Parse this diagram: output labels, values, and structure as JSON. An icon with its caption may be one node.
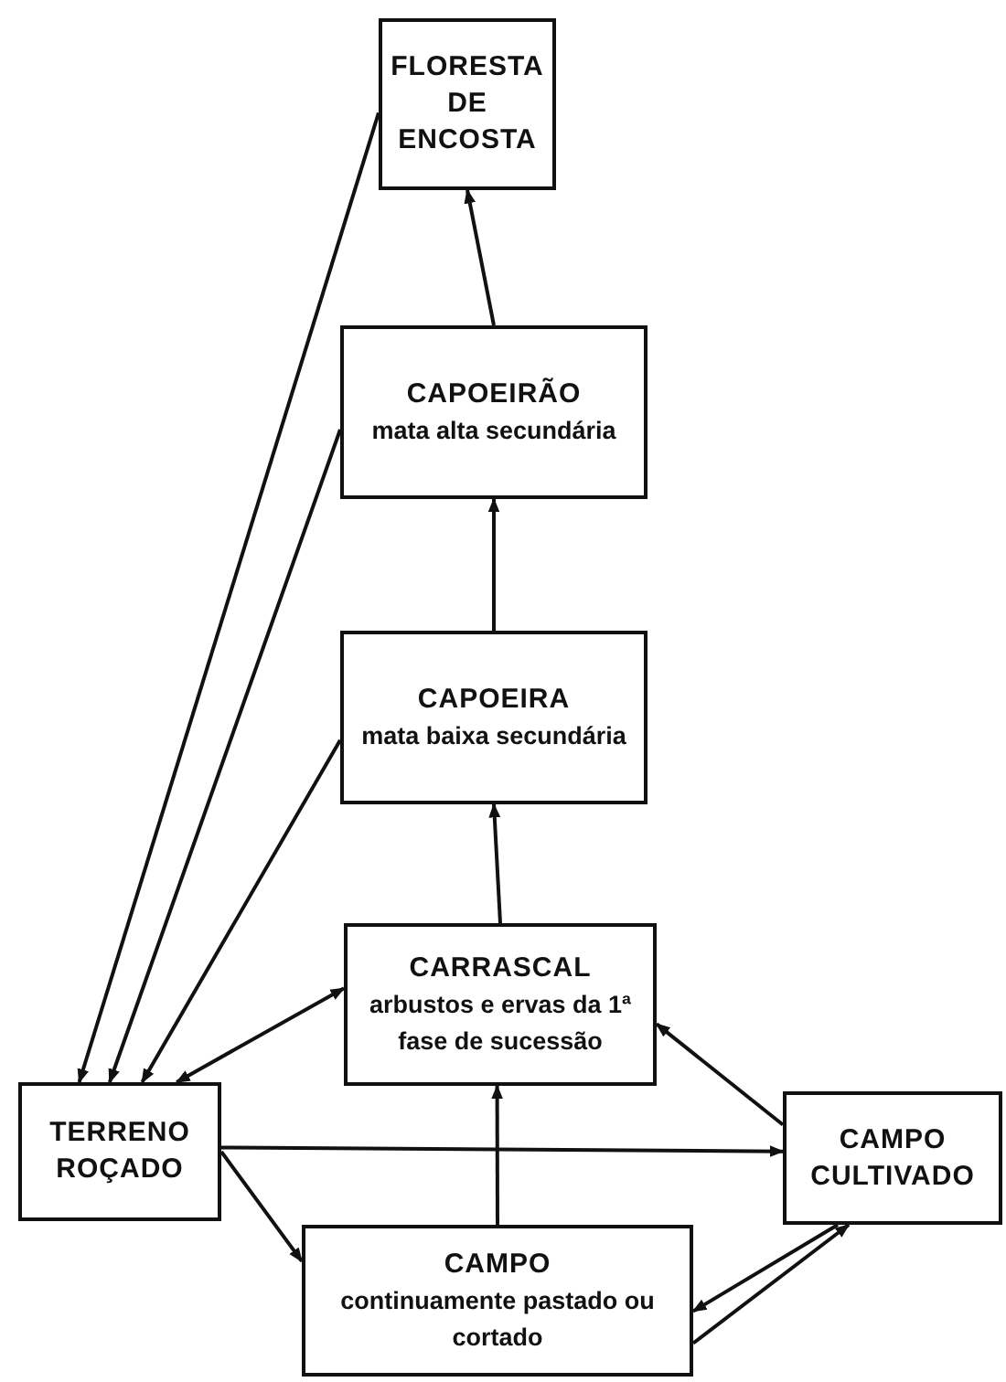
{
  "diagram": {
    "nodes": [
      {
        "text": [
          "FLORESTA DE ENCOSTA"
        ]
      },
      {
        "text": [
          "CAPOEIRÃO",
          "mata alta secundária"
        ]
      },
      {
        "text": [
          "CAPOEIRA",
          "mata baixa secundária"
        ]
      },
      {
        "text": [
          "CARRASCAL",
          "arbustos e ervas da 1ª fase de sucessão"
        ]
      },
      {
        "text": [
          "TERRENO ROÇADO"
        ]
      },
      {
        "text": [
          "CAMPO CULTIVADO"
        ]
      },
      {
        "text": [
          "CAMPO",
          "continuamente pastado ou cortado"
        ]
      }
    ],
    "edges": [
      {
        "from": 1,
        "to": 0,
        "arrow": "to"
      },
      {
        "from": 2,
        "to": 1,
        "arrow": "to"
      },
      {
        "from": 3,
        "to": 2,
        "arrow": "to"
      },
      {
        "from": 6,
        "to": 3,
        "arrow": "to"
      },
      {
        "from": 0,
        "to": 4,
        "arrow": "to"
      },
      {
        "from": 1,
        "to": 4,
        "arrow": "to"
      },
      {
        "from": 2,
        "to": 4,
        "arrow": "to"
      },
      {
        "from": 3,
        "to": 4,
        "arrow": "both"
      },
      {
        "from": 4,
        "to": 5,
        "arrow": "to"
      },
      {
        "from": 4,
        "to": 6,
        "arrow": "to"
      },
      {
        "from": 5,
        "to": 3,
        "arrow": "to"
      },
      {
        "from": 5,
        "to": 6,
        "arrow": "to"
      },
      {
        "from": 6,
        "to": 5,
        "arrow": "to"
      }
    ]
  }
}
